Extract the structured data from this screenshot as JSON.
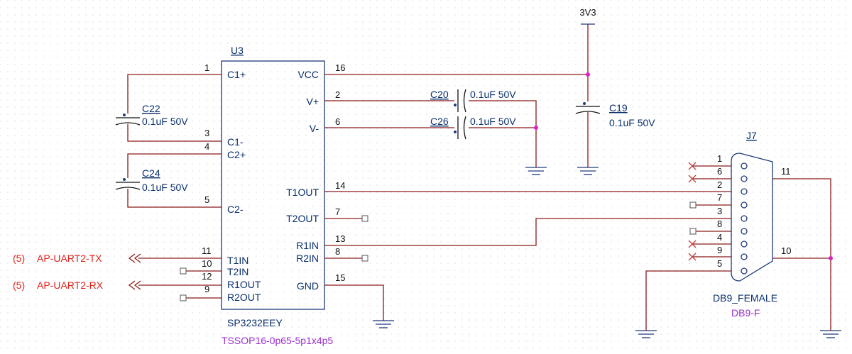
{
  "power": {
    "rail": "3V3"
  },
  "u3": {
    "ref": "U3",
    "part": "SP3232EEY",
    "footprint": "TSSOP16-0p65-5p1x4p5",
    "left_pins": [
      {
        "num": "1",
        "name": "C1+"
      },
      {
        "num": "3",
        "name": "C1-"
      },
      {
        "num": "4",
        "name": "C2+"
      },
      {
        "num": "5",
        "name": "C2-"
      },
      {
        "num": "11",
        "name": "T1IN"
      },
      {
        "num": "10",
        "name": "T2IN"
      },
      {
        "num": "12",
        "name": "R1OUT"
      },
      {
        "num": "9",
        "name": "R2OUT"
      }
    ],
    "right_pins": [
      {
        "num": "16",
        "name": "VCC"
      },
      {
        "num": "2",
        "name": "V+"
      },
      {
        "num": "6",
        "name": "V-"
      },
      {
        "num": "14",
        "name": "T1OUT"
      },
      {
        "num": "7",
        "name": "T2OUT"
      },
      {
        "num": "13",
        "name": "R1IN"
      },
      {
        "num": "8",
        "name": "R2IN"
      },
      {
        "num": "15",
        "name": "GND"
      }
    ]
  },
  "capacitors": [
    {
      "ref": "C22",
      "value": "0.1uF 50V"
    },
    {
      "ref": "C24",
      "value": "0.1uF 50V"
    },
    {
      "ref": "C20",
      "value": "0.1uF 50V"
    },
    {
      "ref": "C26",
      "value": "0.1uF 50V"
    },
    {
      "ref": "C19",
      "value": "0.1uF 50V"
    }
  ],
  "net_labels": [
    {
      "page": "(5)",
      "name": "AP-UART2-TX"
    },
    {
      "page": "(5)",
      "name": "AP-UART2-RX"
    }
  ],
  "j7": {
    "ref": "J7",
    "part": "DB9_FEMALE",
    "footprint": "DB9-F",
    "pins": [
      "1",
      "6",
      "2",
      "7",
      "3",
      "8",
      "4",
      "9",
      "5"
    ],
    "shell_pins": [
      "11",
      "10"
    ]
  },
  "colors": {
    "wire": "#8b1a1a",
    "body": "#1f3a7a",
    "net": "#e0201a",
    "junction": "#e020c8",
    "footprint": "#9a2fd0"
  }
}
